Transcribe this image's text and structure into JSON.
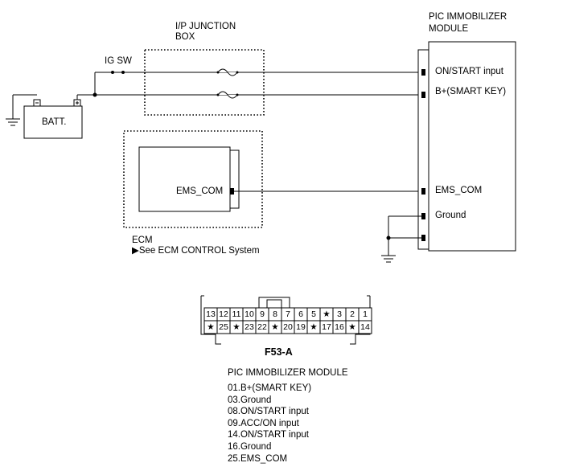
{
  "labels": {
    "ip_junction": "I/P JUNCTION",
    "ip_box": "BOX",
    "pic_line1": "PIC IMMOBILIZER",
    "pic_line2": "MODULE",
    "ig_sw": "IG SW",
    "batt": "BATT.",
    "ecm_ems_com": "EMS_COM",
    "ecm": "ECM",
    "ecm_ref": "▶See ECM CONTROL System",
    "pin_on_start": "ON/START input",
    "pin_bplus": "B+(SMART KEY)",
    "pin_ems_com": "EMS_COM",
    "pin_ground": "Ground"
  },
  "connector": {
    "name": "F53-A",
    "top_row": [
      "13",
      "12",
      "11",
      "10",
      "9",
      "8",
      "7",
      "6",
      "5",
      "★",
      "3",
      "2",
      "1"
    ],
    "bottom_row": [
      "★",
      "25",
      "★",
      "23",
      "22",
      "★",
      "20",
      "19",
      "★",
      "17",
      "16",
      "★",
      "14"
    ]
  },
  "pin_list": {
    "title": "PIC IMMOBILIZER MODULE",
    "items": [
      "01.B+(SMART KEY)",
      "03.Ground",
      "08.ON/START input",
      "09.ACC/ON input",
      "14.ON/START input",
      "16.Ground",
      "25.EMS_COM"
    ]
  }
}
